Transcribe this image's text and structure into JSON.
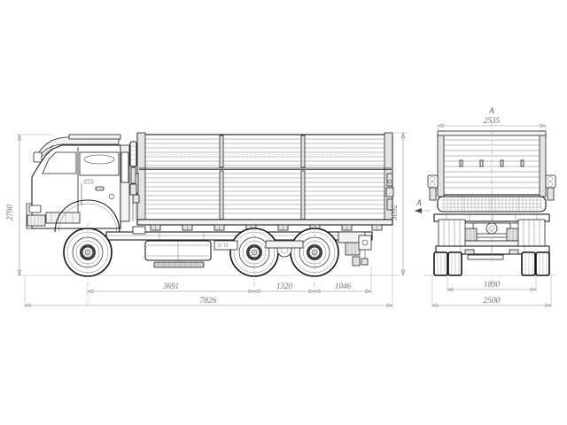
{
  "drawing": {
    "type": "engineering-blueprint",
    "subject": "Dump truck 6x4 side view and rear view with dimensions",
    "units": "mm"
  },
  "views": {
    "side": {
      "name": "side-elevation",
      "section_marker": "A"
    },
    "rear": {
      "name": "rear-elevation",
      "section_marker": "A"
    }
  },
  "dimensions": {
    "side_height_cab": "2790",
    "side_height_body": "3092",
    "front_overhang_to_axle": "3691",
    "rear_axle_spacing": "1320",
    "rear_overhang": "1046",
    "wheelbase_total": "7826",
    "rear_width_body": "2535",
    "rear_track": "1890",
    "rear_width_overall": "2500"
  },
  "labels": {
    "section_a_top": "A",
    "section_a_left": "A"
  },
  "colors": {
    "outline": "#1a1a1a",
    "dimension_text": "#6f6f6f",
    "dimension_line": "#8a8a8a",
    "background": "#ffffff"
  }
}
